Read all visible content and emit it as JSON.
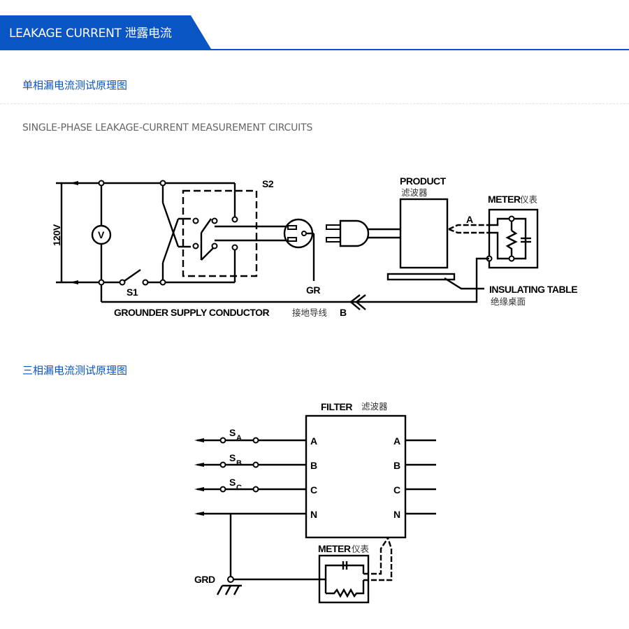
{
  "header": {
    "title": "LEAKAGE CURRENT 泄露电流",
    "accent_color": "#0a55c4"
  },
  "single_phase": {
    "section_title": "单相漏电流测试原理图",
    "subtitle": "SINGLE-PHASE LEAKAGE-CURRENT MEASUREMENT CIRCUITS",
    "diagram": {
      "voltage_label": "120V",
      "voltmeter_label": "V",
      "switch1_label": "S1",
      "switch2_label": "S2",
      "ground_label": "GR",
      "product_label": "PRODUCT",
      "product_label_cn": "滤波器",
      "meter_label": "METER",
      "meter_label_cn": "仪表",
      "point_a_label": "A",
      "point_b_label": "B",
      "insulating_table_label": "INSULATING  TABLE",
      "insulating_table_label_cn": "绝缘桌面",
      "grounder_label": "GROUNDER  SUPPLY  CONDUCTOR",
      "grounder_label_cn": "接地导线"
    }
  },
  "three_phase": {
    "section_title": "三相漏电流测试原理图",
    "diagram": {
      "filter_label": "FILTER",
      "filter_label_cn": "滤波器",
      "switches": [
        {
          "main": "S",
          "sub": "A"
        },
        {
          "main": "S",
          "sub": "B"
        },
        {
          "main": "S",
          "sub": "C"
        }
      ],
      "input_terminals": [
        "A",
        "B",
        "C",
        "N"
      ],
      "output_terminals": [
        "A",
        "B",
        "C",
        "N"
      ],
      "meter_label": "METER",
      "meter_label_cn": "仪表",
      "ground_label": "GRD"
    }
  }
}
